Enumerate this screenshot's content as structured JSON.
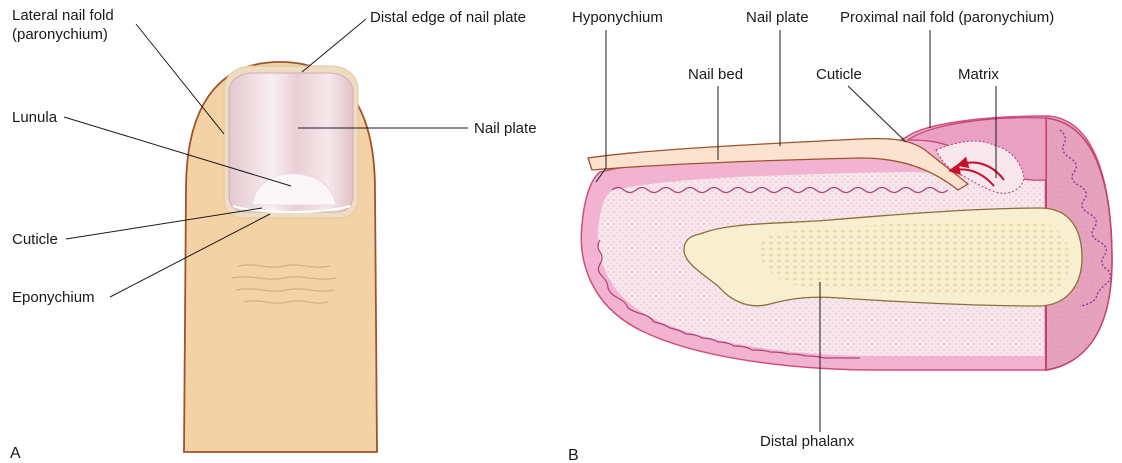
{
  "panels": {
    "a": {
      "letter": "A",
      "labels": {
        "lateral_nail_fold_line1": "Lateral nail fold",
        "lateral_nail_fold_line2": "(paronychium)",
        "distal_edge": "Distal edge of nail plate",
        "lunula": "Lunula",
        "nail_plate": "Nail plate",
        "cuticle": "Cuticle",
        "eponychium": "Eponychium"
      }
    },
    "b": {
      "letter": "B",
      "labels": {
        "hyponychium": "Hyponychium",
        "nail_plate": "Nail plate",
        "proximal_nail_fold": "Proximal nail fold (paronychium)",
        "nail_bed": "Nail bed",
        "cuticle": "Cuticle",
        "matrix": "Matrix",
        "distal_phalanx": "Distal phalanx"
      }
    }
  },
  "colors": {
    "skin": "#f3d3a6",
    "skin_outline": "#a0522d",
    "nail": "#e8cfd6",
    "tissue_pink": "#f1b3cf",
    "tissue_light": "#f7e6ec",
    "tissue_dark": "#d14d7c",
    "bone": "#f7efcf",
    "matrix_arrow": "#c8102e"
  }
}
